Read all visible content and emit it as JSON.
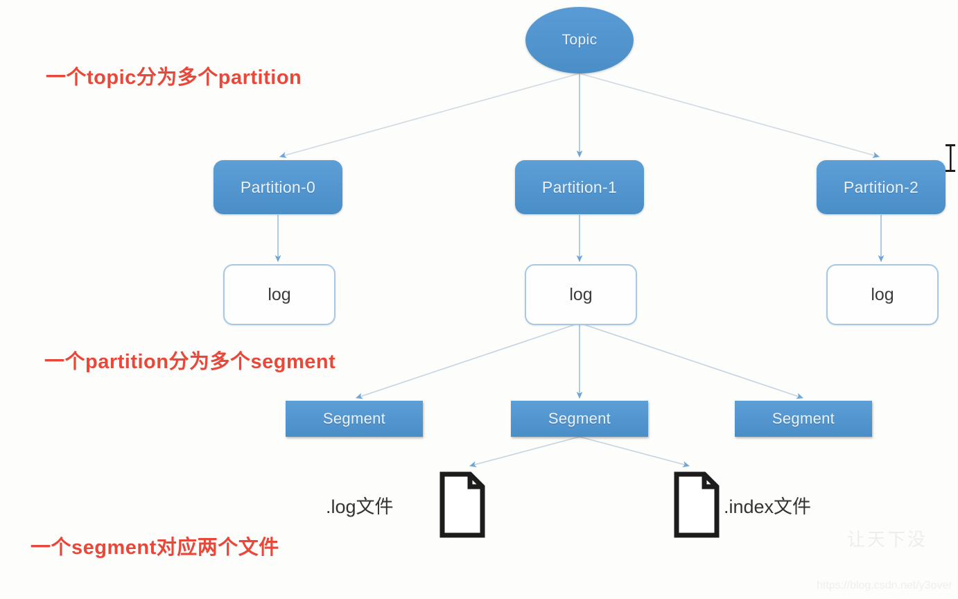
{
  "diagram": {
    "title": "Kafka topic / partition / segment structure",
    "colors": {
      "node_blue": "#4a8ec8",
      "node_blue_light": "#5d9ed6",
      "node_text": "#eaf3fc",
      "log_border": "#a6c8e6",
      "log_fill": "#fefefe",
      "log_text": "#3b3b3b",
      "edge": "#9bbfe0",
      "annotation_red": "#e8483a",
      "file_outline": "#1c1c1c",
      "watermark": "#eeeeee",
      "background": "#fdfdfb"
    }
  },
  "nodes": {
    "topic": {
      "label": "Topic"
    },
    "partitions": [
      {
        "label": "Partition-0"
      },
      {
        "label": "Partition-1"
      },
      {
        "label": "Partition-2"
      }
    ],
    "logs": [
      {
        "label": "log"
      },
      {
        "label": "log"
      },
      {
        "label": "log"
      }
    ],
    "segments": [
      {
        "label": "Segment"
      },
      {
        "label": "Segment"
      },
      {
        "label": "Segment"
      }
    ],
    "files": [
      {
        "caption": ".log文件",
        "icon": "document-icon"
      },
      {
        "caption": ".index文件",
        "icon": "document-icon"
      }
    ]
  },
  "annotations": [
    {
      "text": "一个topic分为多个partition"
    },
    {
      "text": "一个partition分为多个segment"
    },
    {
      "text": "一个segment对应两个文件"
    }
  ],
  "watermarks": {
    "chinese": "让天下没",
    "url": "https://blog.csdn.net/y3over"
  },
  "cursor": {
    "type": "text-ibeam-cursor"
  }
}
